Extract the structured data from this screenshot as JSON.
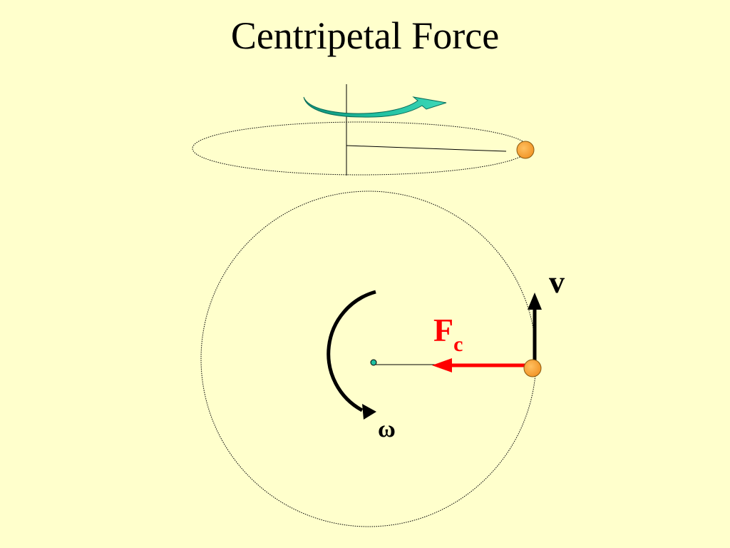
{
  "title": "Centripetal Force",
  "labels": {
    "velocity": "v",
    "force_main": "F",
    "force_sub": "c",
    "angular_velocity": "ω"
  },
  "colors": {
    "background": "#FFFFCC",
    "force": "#FF0000",
    "mass": "#F5A030",
    "rotation_arrow": "#1FBFA0",
    "ink": "#000000"
  }
}
